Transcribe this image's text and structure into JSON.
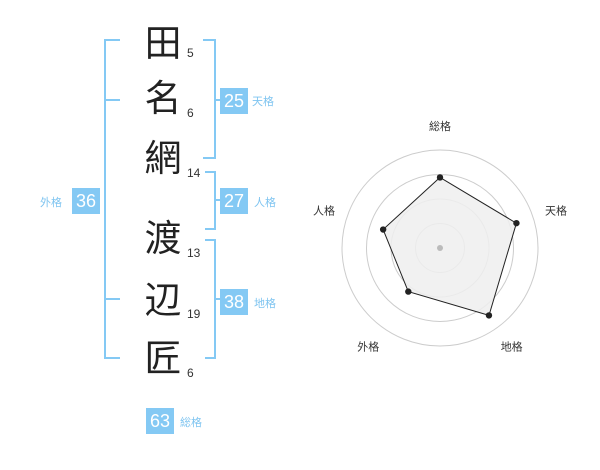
{
  "characters": [
    {
      "char": "田",
      "strokes": "5"
    },
    {
      "char": "名",
      "strokes": "6"
    },
    {
      "char": "網",
      "strokes": "14"
    },
    {
      "char": "渡",
      "strokes": "13"
    },
    {
      "char": "辺",
      "strokes": "19"
    },
    {
      "char": "匠",
      "strokes": "6"
    }
  ],
  "scores": {
    "tenkaku": {
      "value": "25",
      "label": "天格"
    },
    "jinkaku": {
      "value": "27",
      "label": "人格"
    },
    "chikaku": {
      "value": "38",
      "label": "地格"
    },
    "gaikaku": {
      "value": "36",
      "label": "外格"
    },
    "soukaku": {
      "value": "63",
      "label": "総格"
    }
  },
  "radar": {
    "axes": [
      "総格",
      "天格",
      "地格",
      "外格",
      "人格"
    ],
    "levels": 4,
    "values": [
      0.72,
      0.82,
      0.85,
      0.55,
      0.61
    ],
    "colors": {
      "ring": "#cccccc",
      "fill": "#eeeeee",
      "outline": "#222222",
      "point": "#222222",
      "center": "#bbbbbb"
    }
  },
  "colors": {
    "bracket": "#84c9f4",
    "box": "#84c9f4",
    "label": "#7ec4f0"
  }
}
